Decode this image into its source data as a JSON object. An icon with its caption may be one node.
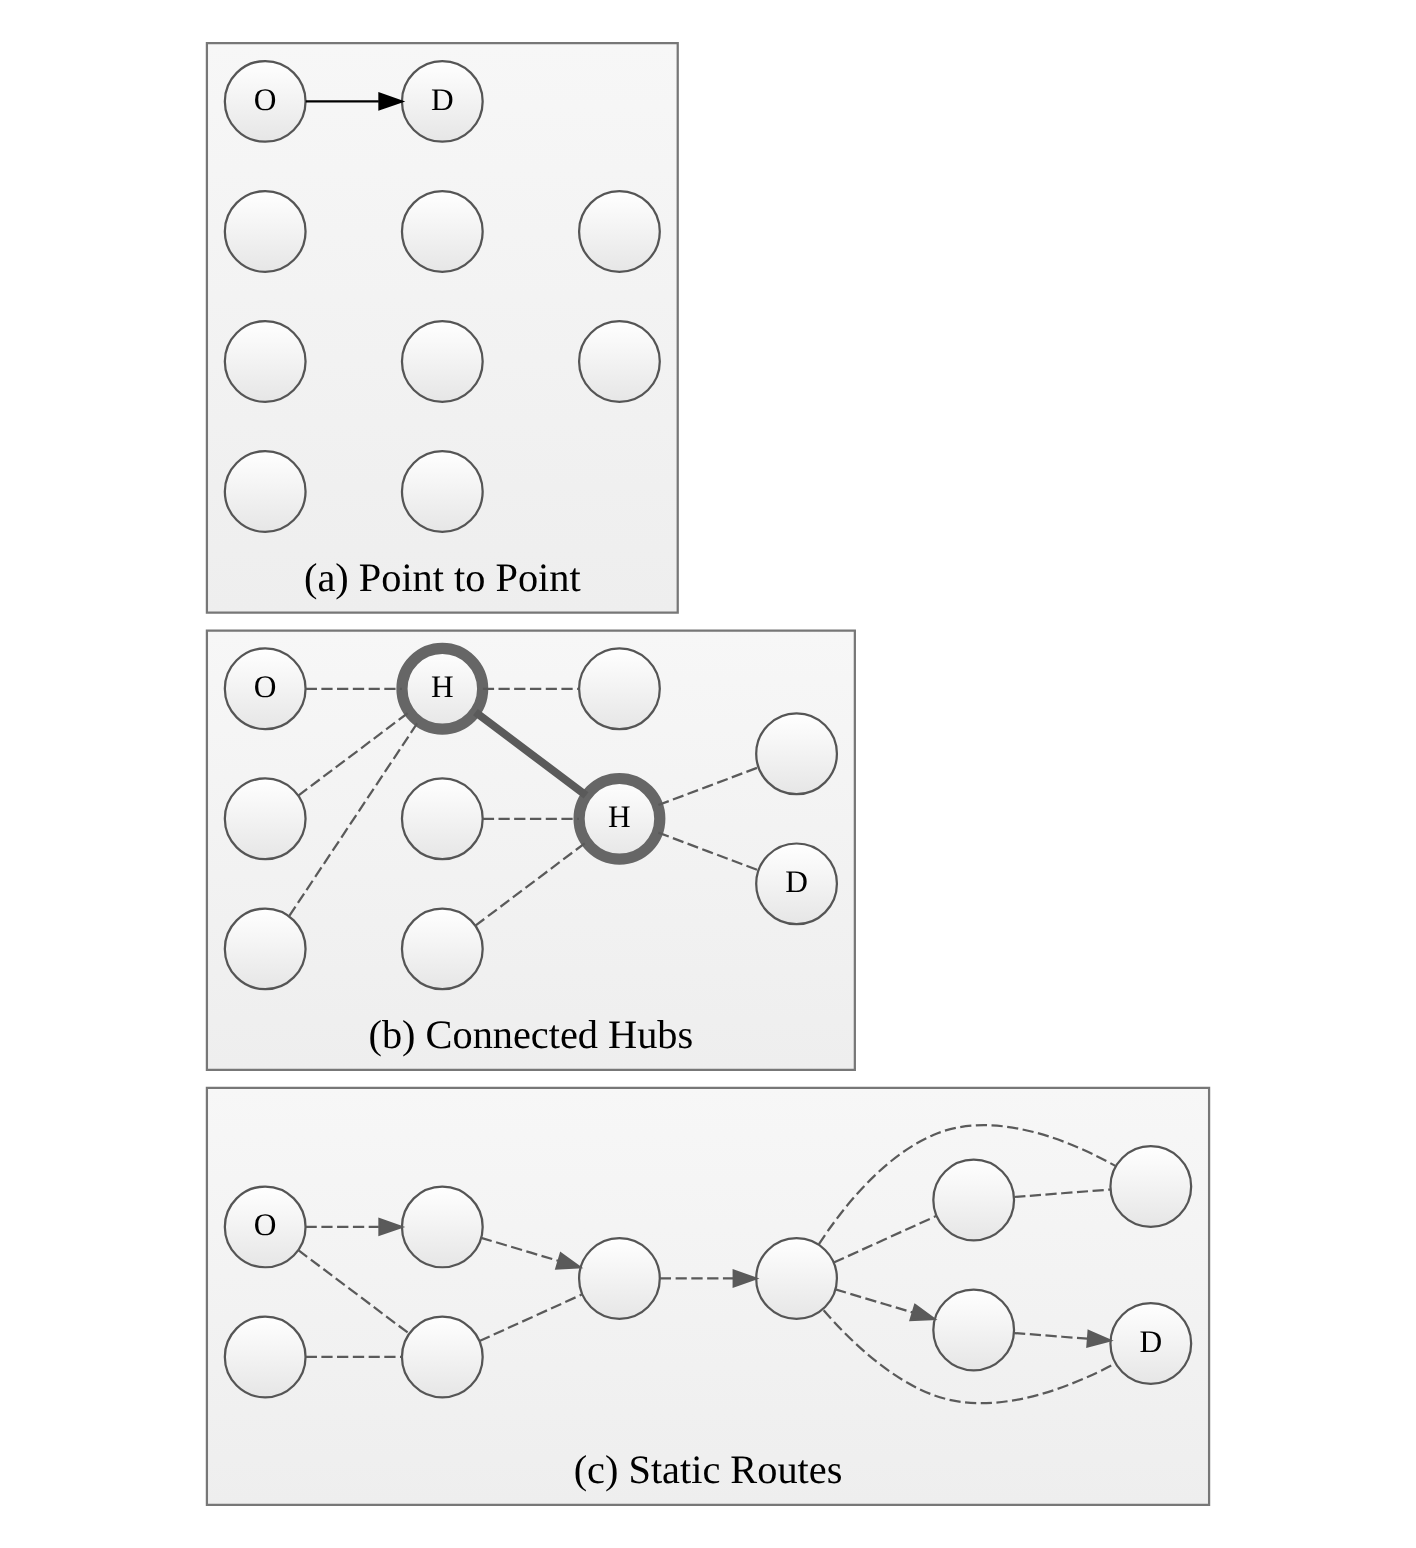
{
  "diagram": {
    "nodes": [
      {
        "text": [
          "(a) Point to Point"
        ]
      },
      {
        "text": [
          "O"
        ],
        "in": 0
      },
      {
        "text": [
          "D"
        ],
        "in": 0
      },
      {
        "text": [],
        "shape": "circle",
        "in": 0
      },
      {
        "text": [],
        "shape": "circle",
        "in": 0
      },
      {
        "text": [],
        "shape": "circle",
        "in": 0
      },
      {
        "text": [],
        "shape": "circle",
        "in": 0
      },
      {
        "text": [],
        "shape": "circle",
        "in": 0
      },
      {
        "text": [],
        "shape": "circle",
        "in": 0
      },
      {
        "text": [],
        "shape": "circle",
        "in": 0
      },
      {
        "text": [],
        "shape": "circle",
        "in": 0
      },
      {
        "text": [
          "(b) Connected Hubs"
        ]
      },
      {
        "text": [
          "O"
        ],
        "in": 11
      },
      {
        "text": [
          "H"
        ],
        "in": 11
      },
      {
        "text": [
          "H"
        ],
        "in": 11
      },
      {
        "text": [
          "D"
        ],
        "in": 11
      },
      {
        "text": [],
        "shape": "circle",
        "in": 11
      },
      {
        "text": [],
        "shape": "circle",
        "in": 11
      },
      {
        "text": [],
        "shape": "circle",
        "in": 11
      },
      {
        "text": [],
        "shape": "circle",
        "in": 11
      },
      {
        "text": [],
        "shape": "circle",
        "in": 11
      },
      {
        "text": [],
        "shape": "circle",
        "in": 11
      },
      {
        "text": [
          "(c) Static Routes"
        ]
      },
      {
        "text": [
          "O"
        ],
        "in": 22
      },
      {
        "text": [
          "D"
        ],
        "in": 22
      },
      {
        "text": [],
        "shape": "circle",
        "in": 22
      },
      {
        "text": [],
        "shape": "circle",
        "in": 22
      },
      {
        "text": [],
        "shape": "circle",
        "in": 22
      },
      {
        "text": [],
        "shape": "circle",
        "in": 22
      },
      {
        "text": [],
        "shape": "circle",
        "in": 22
      },
      {
        "text": [],
        "shape": "circle",
        "in": 22
      },
      {
        "text": [],
        "shape": "circle",
        "in": 22
      },
      {
        "text": [],
        "shape": "circle",
        "in": 22
      }
    ],
    "edges": [
      {
        "from": 1,
        "to": 2,
        "arrow": "to",
        "color": "#000000"
      },
      {
        "from": 12,
        "to": 13,
        "arrow": "none",
        "style": "dashed"
      },
      {
        "from": 17,
        "to": 13,
        "arrow": "none",
        "style": "dashed"
      },
      {
        "from": 13,
        "to": 18,
        "arrow": "none",
        "style": "dashed"
      },
      {
        "from": 16,
        "to": 13,
        "arrow": "none",
        "style": "dashed"
      },
      {
        "from": 13,
        "to": 14,
        "arrow": "none",
        "style": "thick"
      },
      {
        "from": 19,
        "to": 14,
        "arrow": "none",
        "style": "dashed"
      },
      {
        "from": 14,
        "to": 15,
        "arrow": "none",
        "style": "dashed"
      },
      {
        "from": 14,
        "to": 21,
        "arrow": "none",
        "style": "dashed"
      },
      {
        "from": 20,
        "to": 14,
        "arrow": "none",
        "style": "dashed"
      },
      {
        "from": 23,
        "to": 26,
        "arrow": "to",
        "style": "dashed"
      },
      {
        "from": 26,
        "to": 28,
        "arrow": "to",
        "style": "dashed"
      },
      {
        "from": 23,
        "to": 27,
        "arrow": "none",
        "style": "dashed"
      },
      {
        "from": 27,
        "to": 28,
        "arrow": "none",
        "style": "dashed"
      },
      {
        "from": 25,
        "to": 27,
        "arrow": "none",
        "style": "dashed"
      },
      {
        "from": 28,
        "to": 31,
        "arrow": "to",
        "style": "dashed"
      },
      {
        "from": 31,
        "to": 29,
        "arrow": "to",
        "style": "dashed"
      },
      {
        "from": 29,
        "to": 24,
        "arrow": "to",
        "style": "dashed"
      },
      {
        "from": 31,
        "to": 24,
        "arrow": "none",
        "style": "dashed"
      },
      {
        "from": 31,
        "to": 32,
        "arrow": "none",
        "style": "dashed"
      },
      {
        "from": 31,
        "to": 30,
        "arrow": "none",
        "style": "dashed"
      },
      {
        "from": 30,
        "to": 32,
        "arrow": "none",
        "style": "dashed"
      }
    ]
  }
}
